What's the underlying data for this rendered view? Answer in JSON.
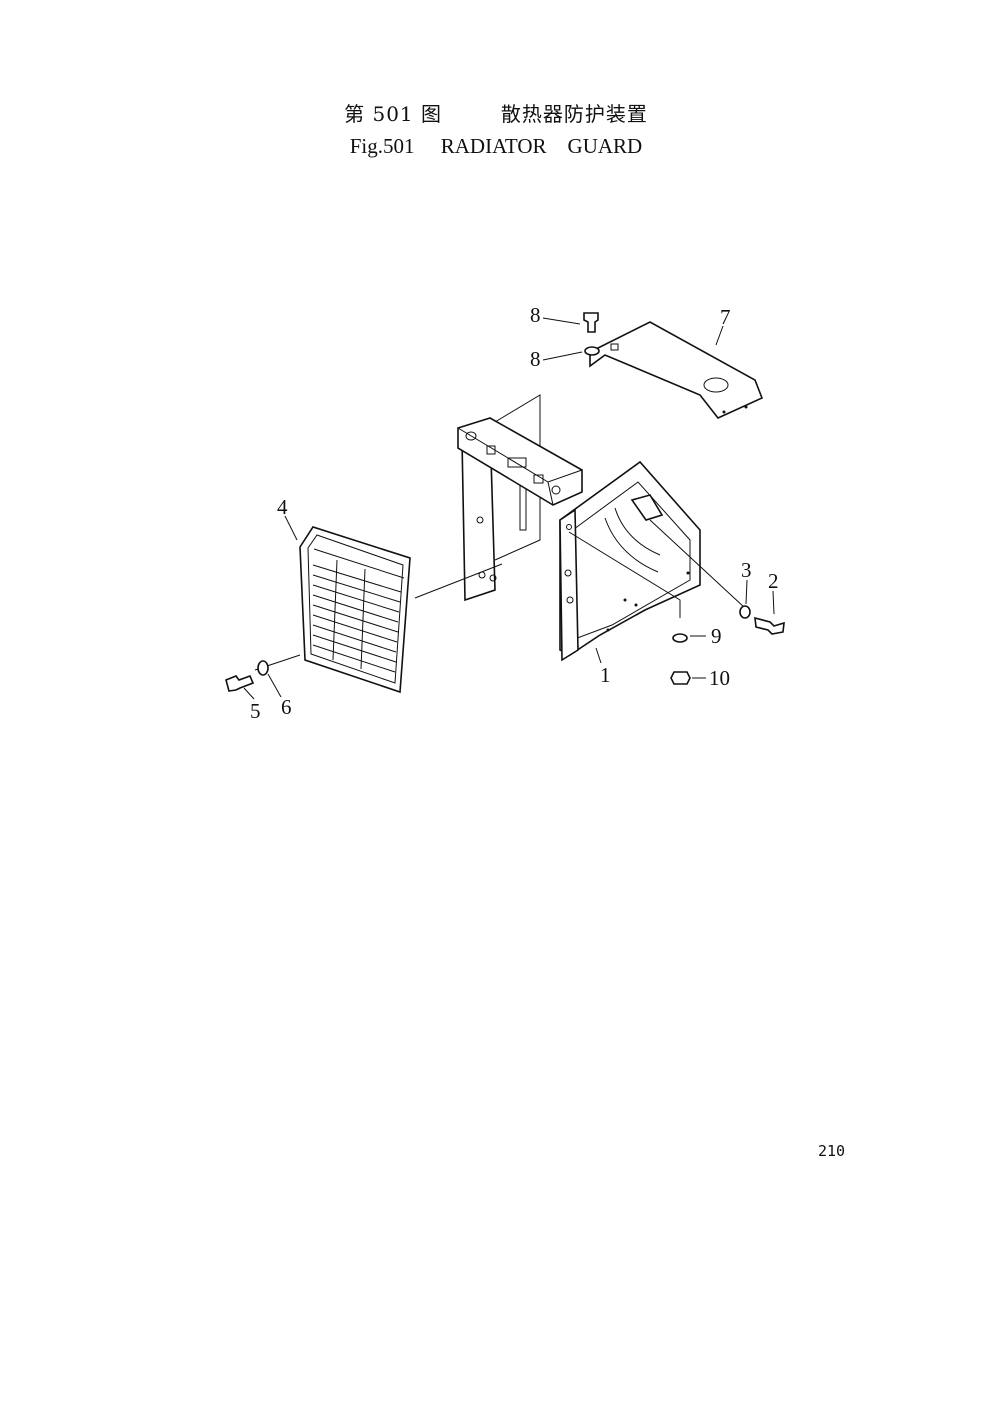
{
  "header": {
    "title_cn": "第 501 图        散热器防护装置",
    "title_en": "Fig.501     RADIATOR    GUARD"
  },
  "diagram": {
    "callouts": [
      "1",
      "2",
      "3",
      "4",
      "5",
      "6",
      "7",
      "8",
      "9",
      "9",
      "10"
    ]
  },
  "footer": {
    "page_number": "210"
  }
}
